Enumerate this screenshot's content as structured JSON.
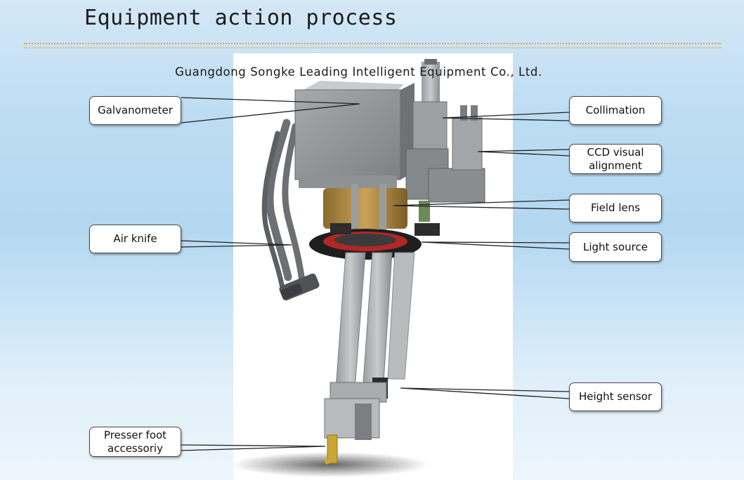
{
  "slide": {
    "title": "Equipment action process",
    "company": "Guangdong Songke Leading Intelligent Equipment Co., Ltd."
  },
  "callouts": {
    "galvanometer": "Galvanometer",
    "collimation": "Collimation",
    "ccd": "CCD visual\nalignment",
    "field_lens": "Field lens",
    "air_knife": "Air knife",
    "light_source": "Light source",
    "height_sensor": "Height sensor",
    "presser_foot": "Presser foot\naccessoriy"
  },
  "colors": {
    "background": "#bcdcf3",
    "divider": "#d9a15a",
    "machine_gray": "#8c8f92",
    "lens_brass": "#a9853f",
    "ring_black": "#1e1e1e",
    "ring_red": "#b22626",
    "foot_yellow": "#c9a636"
  }
}
